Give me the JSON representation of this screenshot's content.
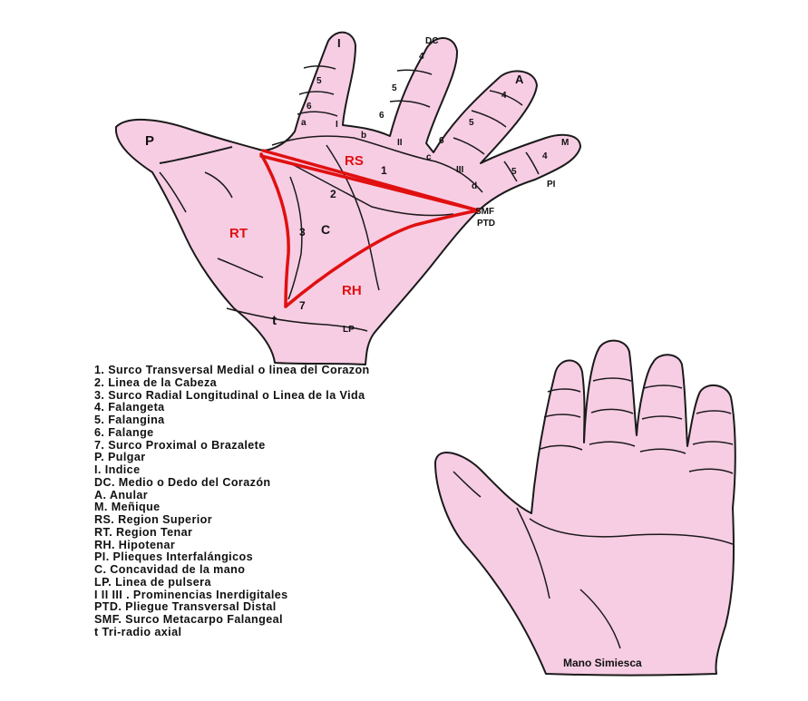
{
  "diagram": {
    "main_hand_labels": {
      "finger_I": "I",
      "finger_DC": "DC",
      "finger_A": "A",
      "finger_M": "M",
      "thumb_P": "P",
      "index_nums": [
        "5",
        "6",
        "a"
      ],
      "middle_nums": [
        "4",
        "5",
        "6"
      ],
      "ring_nums": [
        "4",
        "5",
        "6"
      ],
      "little_nums": [
        "4",
        "5"
      ],
      "letter_b": "b",
      "letter_c": "c",
      "letter_d": "d",
      "roman_II": "II",
      "roman_III": "III",
      "roman_IIII": "III",
      "pl": "PI",
      "smf": "SMF",
      "ptd": "PTD",
      "line1": "1",
      "line2": "2",
      "line3": "3",
      "line7": "7",
      "lp": "LP",
      "triradius": "t",
      "rs": "RS",
      "rt": "RT",
      "rh": "RH",
      "concavity": "C"
    },
    "monkey_hand_caption": "Mano Simiesca",
    "colors": {
      "skin": "#f7cde4",
      "outline": "#1a1a1a",
      "accent": "#e01010"
    }
  },
  "legend": [
    "1.  Surco Transversal Medial o linea del Corazon",
    "2.   Linea de la Cabeza",
    "3.  Surco Radial Longitudinal o Linea de la Vida",
    "4.   Falangeta",
    "5.   Falangina",
    "6.   Falange",
    "7.   Surco Proximal o Brazalete",
    "P.   Pulgar",
    "I.   Indice",
    "DC. Medio o Dedo del Corazón",
    "A. Anular",
    "M.  Meñique",
    "RS. Region Superior",
    "RT. Region Tenar",
    "RH. Hipotenar",
    "PI.  Plieques Interfalángicos",
    "C. Concavidad de la mano",
    "LP. Linea de pulsera",
    " I II III . Prominencias Inerdigitales",
    "PTD. Pliegue Transversal Distal",
    "SMF. Surco Metacarpo Falangeal",
    "t      Tri-radio axial"
  ]
}
